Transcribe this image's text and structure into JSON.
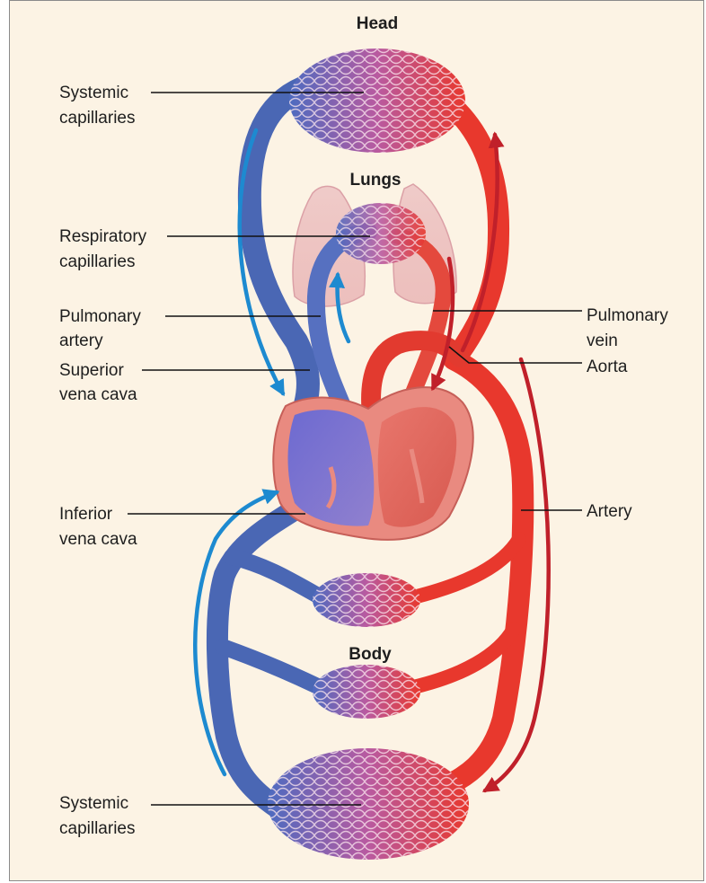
{
  "regions": {
    "head": "Head",
    "lungs": "Lungs",
    "body": "Body"
  },
  "labels": {
    "systemic_capillaries_top": [
      "Systemic",
      "capillaries"
    ],
    "respiratory_capillaries": [
      "Respiratory",
      "capillaries"
    ],
    "pulmonary_artery": [
      "Pulmonary",
      "artery"
    ],
    "superior_vena_cava": [
      "Superior",
      "vena cava"
    ],
    "inferior_vena_cava": [
      "Inferior",
      "vena cava"
    ],
    "systemic_capillaries_bottom": [
      "Systemic",
      "capillaries"
    ],
    "pulmonary_vein": [
      "Pulmonary",
      "vein"
    ],
    "aorta": [
      "Aorta"
    ],
    "artery": [
      "Artery"
    ]
  },
  "colors": {
    "background": "#fcf3e4",
    "vein_blue": "#4a67b4",
    "artery_red": "#e8382d",
    "capillary_mix": "#b2579a",
    "arrow_blue": "#1d8ad0",
    "arrow_red": "#c0202a",
    "heart_wall": "#e98a80",
    "lung_pink": "#e9b2b4"
  }
}
